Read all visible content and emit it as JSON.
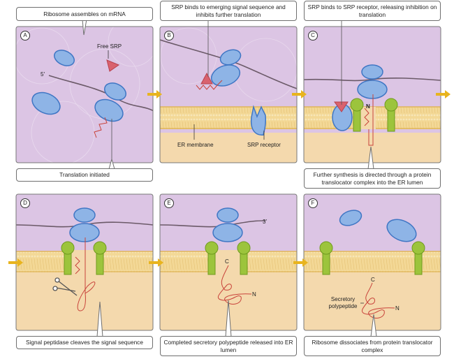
{
  "figure": {
    "colors": {
      "cytosol": "#dcc5e4",
      "lumen": "#f4d9ad",
      "membrane": "#f1d28c",
      "membrane_edge": "#e0b55a",
      "ribosome_fill": "#8eb4e6",
      "ribosome_edge": "#3f76c4",
      "srp": "#d9626e",
      "translocator": "#9cc43c",
      "polypeptide": "#c8423a",
      "mrna": "#6b5a68",
      "arrow": "#e8b41e"
    },
    "panels": [
      {
        "letter": "A",
        "top_caption": "Ribosome assembles on mRNA",
        "bottom_caption": "Translation initiated",
        "labels": {
          "free_srp": "Free SRP",
          "five_prime": "5′"
        }
      },
      {
        "letter": "B",
        "top_caption": "SRP binds to emerging signal sequence and inhibits further translation",
        "labels": {
          "er_membrane": "ER membrane",
          "srp_receptor": "SRP receptor"
        }
      },
      {
        "letter": "C",
        "top_caption": "SRP binds to SRP receptor, releasing inhibition on translation",
        "bottom_caption": "Further synthesis is directed through a protein translocator complex into the ER lumen",
        "labels": {
          "n_terminus": "N"
        }
      },
      {
        "letter": "D",
        "bottom_caption": "Signal peptidase cleaves the signal sequence"
      },
      {
        "letter": "E",
        "bottom_caption": "Completed secretory polypeptide released into ER lumen",
        "labels": {
          "three_prime": "3′",
          "c_terminus": "C",
          "n_terminus": "N"
        }
      },
      {
        "letter": "F",
        "bottom_caption": "Ribosome dissociates from protein translocator complex",
        "labels": {
          "secretory_polypeptide": "Secretory polypeptide",
          "c_terminus": "C",
          "n_terminus": "N"
        }
      }
    ]
  }
}
